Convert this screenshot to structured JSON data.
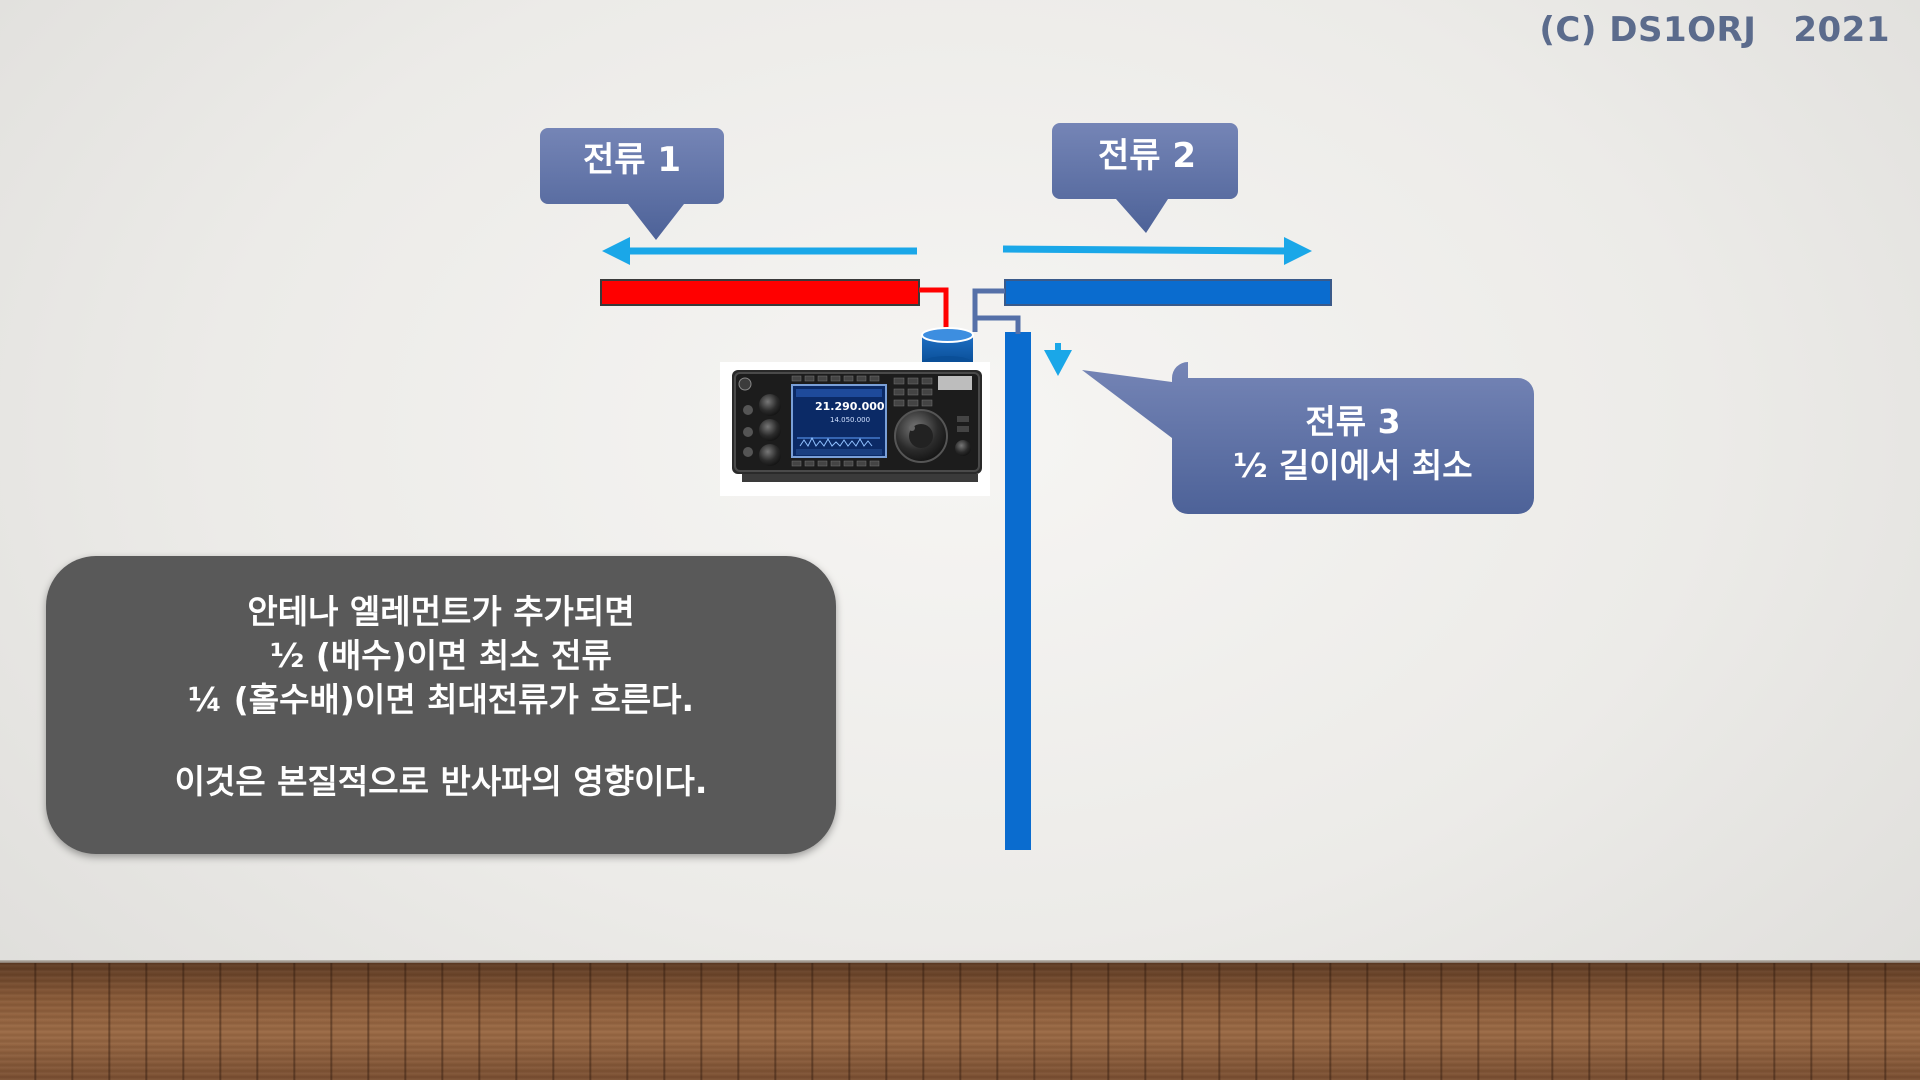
{
  "copyright": "(C) DS1ORJ   2021",
  "callouts": {
    "current_1": "전류 1",
    "current_2": "전류 2",
    "current_3_line1": "전류 3",
    "current_3_line2": "½ 길이에서 최소"
  },
  "note": {
    "line1": "안테나 엘레먼트가 추가되면",
    "line2": "½ (배수)이면 최소 전류",
    "line3": "¼ (홀수배)이면 최대전류가 흐른다.",
    "line4": "이것은 본질적으로 반사파의 영향이다."
  },
  "radio_display": {
    "main_freq": "21.290.000",
    "sub_freq": "14.050.000"
  },
  "colors": {
    "element_red": "#ff0000",
    "element_blue": "#0a6ccf",
    "arrow_cyan": "#1aa7e8",
    "callout_blue": "#5b6fa3",
    "note_gray": "#595959"
  }
}
